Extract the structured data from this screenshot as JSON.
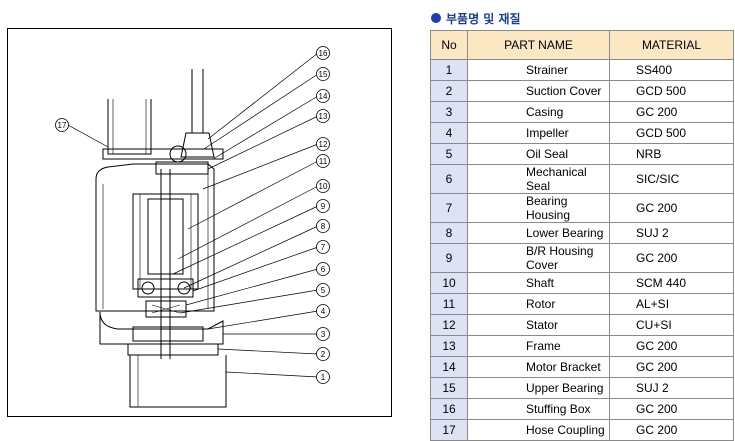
{
  "header": {
    "title": "부품명 및 재질"
  },
  "table": {
    "columns": [
      "No",
      "PART NAME",
      "MATERIAL"
    ],
    "rows": [
      {
        "no": "1",
        "part": "Strainer",
        "material": "SS400"
      },
      {
        "no": "2",
        "part": "Suction Cover",
        "material": "GCD 500"
      },
      {
        "no": "3",
        "part": "Casing",
        "material": "GC 200"
      },
      {
        "no": "4",
        "part": "Impeller",
        "material": "GCD 500"
      },
      {
        "no": "5",
        "part": "Oil Seal",
        "material": "NRB"
      },
      {
        "no": "6",
        "part": "Mechanical Seal",
        "material": "SIC/SIC"
      },
      {
        "no": "7",
        "part": "Bearing Housing",
        "material": "GC 200"
      },
      {
        "no": "8",
        "part": "Lower Bearing",
        "material": "SUJ 2"
      },
      {
        "no": "9",
        "part": "B/R Housing Cover",
        "material": "GC 200"
      },
      {
        "no": "10",
        "part": "Shaft",
        "material": "SCM 440"
      },
      {
        "no": "11",
        "part": "Rotor",
        "material": "AL+SI"
      },
      {
        "no": "12",
        "part": "Stator",
        "material": "CU+SI"
      },
      {
        "no": "13",
        "part": "Frame",
        "material": "GC 200"
      },
      {
        "no": "14",
        "part": "Motor Bracket",
        "material": "GC 200"
      },
      {
        "no": "15",
        "part": "Upper Bearing",
        "material": "SUJ 2"
      },
      {
        "no": "16",
        "part": "Stuffing Box",
        "material": "GC 200"
      },
      {
        "no": "17",
        "part": "Hose Coupling",
        "material": "GC 200"
      }
    ]
  },
  "diagram": {
    "callouts": [
      "16",
      "15",
      "14",
      "13",
      "12",
      "11",
      "10",
      "9",
      "8",
      "7",
      "6",
      "5",
      "4",
      "3",
      "2",
      "1",
      "17"
    ]
  },
  "colors": {
    "title": "#1d3f8a",
    "header_bg": "#fce7c5",
    "no_col_bg": "#dde3f4",
    "border": "#8a8a8a"
  }
}
